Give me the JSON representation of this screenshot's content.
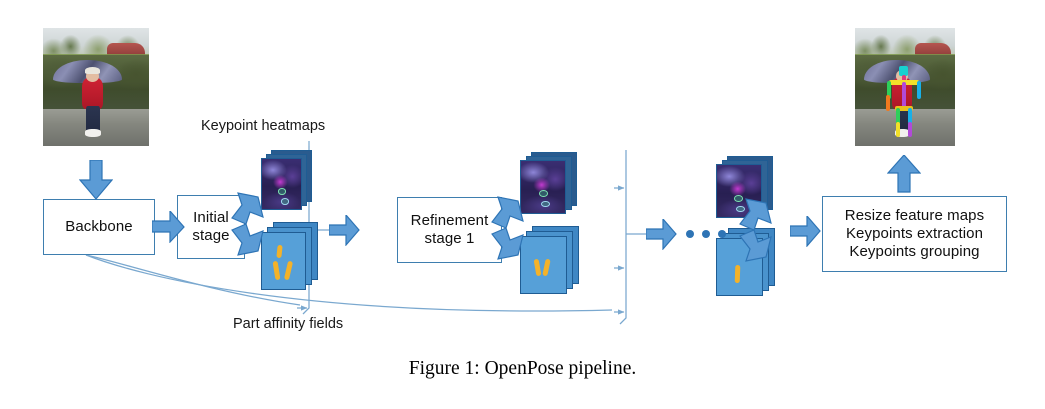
{
  "figure": {
    "caption": "Figure 1: OpenPose pipeline.",
    "colors": {
      "box_border": "#3e7eaf",
      "arrow_fill": "#5b9bd5",
      "arrow_stroke": "#2e74b5",
      "wire": "#7aa8cf",
      "text": "#101010",
      "paf_background": "#56a0d8",
      "paf_stroke": "#f3b229",
      "dot": "#2e74b5"
    }
  },
  "nodes": {
    "backbone": {
      "label": "Backbone"
    },
    "initial_stage": {
      "line1": "Initial",
      "line2": "stage"
    },
    "refinement_stage": {
      "line1": "Refinement",
      "line2": "stage 1"
    },
    "postprocess": {
      "line1": "Resize feature maps",
      "line2": "Keypoints extraction",
      "line3": "Keypoints grouping"
    }
  },
  "labels": {
    "keypoint_heatmaps": "Keypoint heatmaps",
    "part_affinity_fields": "Part affinity fields"
  },
  "images": {
    "input": {
      "alt": "input photo: child in red coat holding an umbrella on a wet street"
    },
    "output": {
      "alt": "output photo: same child with colored pose skeleton overlay"
    }
  },
  "stacks": {
    "stage1_heatmaps": {
      "alt": "keypoint heatmap feature maps after initial stage",
      "count": 3
    },
    "stage1_pafs": {
      "alt": "part affinity field maps after initial stage",
      "count": 3
    },
    "stage2_heatmaps": {
      "alt": "keypoint heatmap feature maps after refinement stage 1",
      "count": 3
    },
    "stage2_pafs": {
      "alt": "part affinity field maps after refinement stage 1",
      "count": 3
    },
    "final_heatmaps": {
      "alt": "final keypoint heatmap feature maps",
      "count": 3
    },
    "final_pafs": {
      "alt": "final part affinity field maps",
      "count": 3
    }
  },
  "ellipsis": {
    "text": "...",
    "dot_count": 3
  }
}
